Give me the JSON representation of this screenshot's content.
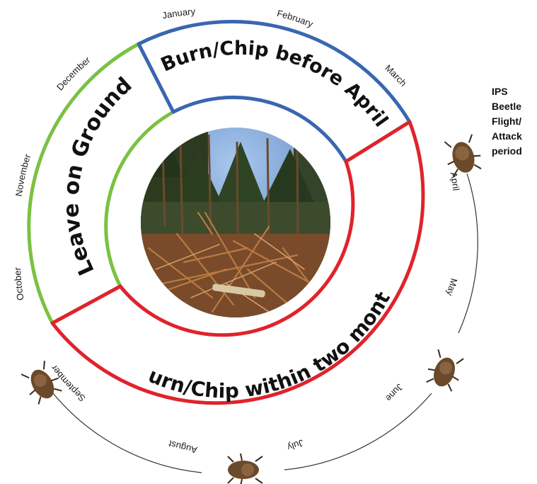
{
  "months": {
    "january": "January",
    "february": "February",
    "march": "March",
    "april": "April",
    "may": "May",
    "june": "June",
    "july": "July",
    "august": "August",
    "september": "September",
    "october": "October",
    "november": "November",
    "december": "December"
  },
  "segments": {
    "winter": {
      "label": "Burn/Chip before April",
      "color": "#3a66b0"
    },
    "summer": {
      "label": "Burn/Chip within two months",
      "color": "#e0232b"
    },
    "autumn": {
      "label": "Leave on Ground",
      "color": "#7bc142"
    }
  },
  "ips_note": {
    "line1": "IPS",
    "line2": "Beetle",
    "line3": "Flight/",
    "line4": "Attack",
    "line5": "period"
  },
  "icons": {
    "center": "slash-pile-photo",
    "beetle": "bark-beetle-icon"
  }
}
